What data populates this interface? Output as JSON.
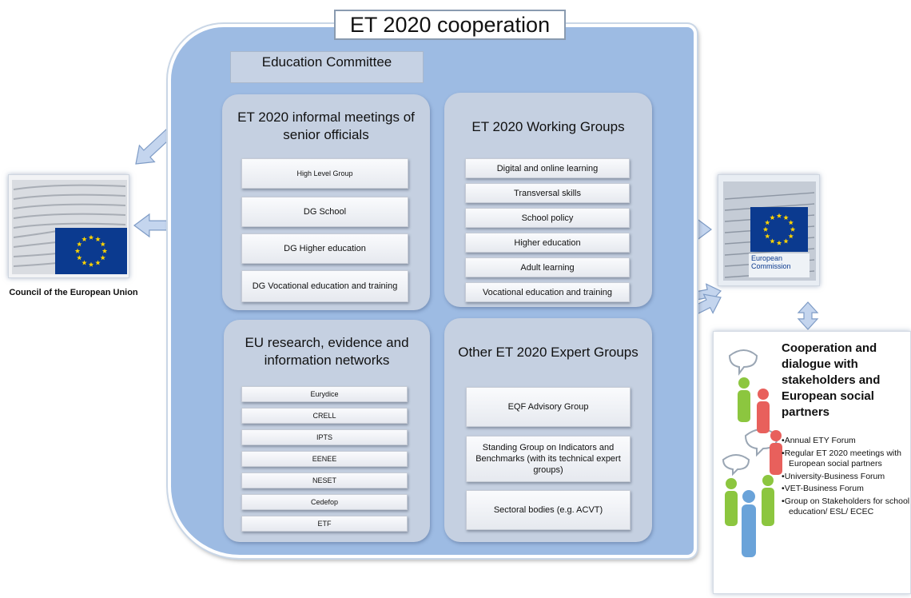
{
  "main_title": "ET 2020 cooperation",
  "education_committee": "Education Committee",
  "senior_officials": {
    "title": "ET 2020 informal meetings of senior officials",
    "items": [
      "High Level Group",
      "DG School",
      "DG Higher education",
      "DG Vocational education and training"
    ]
  },
  "working_groups": {
    "title": "ET 2020 Working Groups",
    "items": [
      "Digital and online learning",
      "Transversal skills",
      "School policy",
      "Higher education",
      "Adult learning",
      "Vocational education and training"
    ]
  },
  "research_networks": {
    "title": "EU research, evidence and information networks",
    "items": [
      "Eurydice",
      "CRELL",
      "IPTS",
      "EENEE",
      "NESET",
      "Cedefop",
      "ETF"
    ]
  },
  "expert_groups": {
    "title": "Other ET 2020 Expert Groups",
    "items": [
      "EQF Advisory Group",
      "Standing Group on Indicators and Benchmarks (with its technical expert groups)",
      "Sectoral bodies (e.g. ACVT)"
    ]
  },
  "council": {
    "caption": "Council of the European Union"
  },
  "commission": {
    "label": "European Commission"
  },
  "stakeholders": {
    "title": "Cooperation and dialogue with stakeholders and European social partners",
    "items": [
      "Annual ETY Forum",
      "Regular ET 2020 meetings with European social partners",
      "University-Business Forum",
      "VET-Business Forum",
      "Group on Stakeholders for school education/ ESL/ ECEC"
    ]
  },
  "colors": {
    "panel": "#9dbbe3",
    "subpanel": "#c5d0e1",
    "arrow_fill": "#c4d5ee",
    "arrow_stroke": "#7f9cc6",
    "eu_blue": "#0b3a8f",
    "eu_star": "#ffd400"
  }
}
